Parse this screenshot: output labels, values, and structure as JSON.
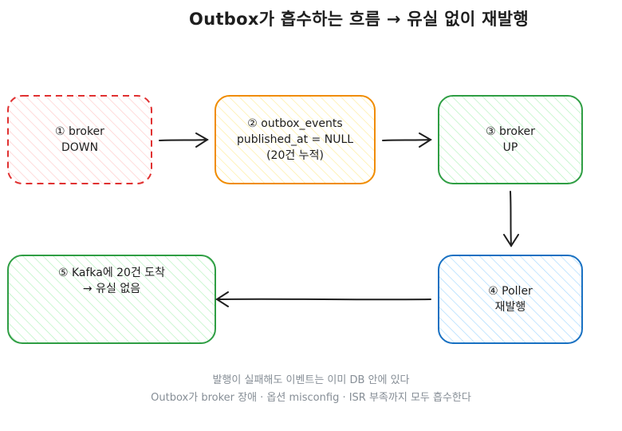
{
  "diagram": {
    "title": "Outbox가 흡수하는 흐름 → 유실 없이 재발행",
    "nodes": [
      {
        "id": "n1",
        "lines": [
          "① broker",
          "DOWN"
        ],
        "fill": "#ffc9c9",
        "stroke": "#e03131",
        "dashed": true
      },
      {
        "id": "n2",
        "lines": [
          "② outbox_events",
          "published_at = NULL",
          "(20건 누적)"
        ],
        "fill": "#ffec99",
        "stroke": "#f08c00",
        "dashed": false
      },
      {
        "id": "n3",
        "lines": [
          "③ broker",
          "UP"
        ],
        "fill": "#b2f2bb",
        "stroke": "#2f9e44",
        "dashed": false
      },
      {
        "id": "n4",
        "lines": [
          "④ Poller",
          "재발행"
        ],
        "fill": "#a5d8ff",
        "stroke": "#1971c2",
        "dashed": false
      },
      {
        "id": "n5",
        "lines": [
          "⑤ Kafka에 20건 도착",
          "→ 유실 없음"
        ],
        "fill": "#b2f2bb",
        "stroke": "#2f9e44",
        "dashed": false
      }
    ],
    "edges": [
      {
        "from": "n1",
        "to": "n2"
      },
      {
        "from": "n2",
        "to": "n3"
      },
      {
        "from": "n3",
        "to": "n4"
      },
      {
        "from": "n4",
        "to": "n5"
      }
    ],
    "footer": [
      "발행이 실패해도 이벤트는 이미 DB 안에 있다",
      "Outbox가 broker 장애 · 옵션 misconfig · ISR 부족까지 모두 흡수한다"
    ]
  }
}
